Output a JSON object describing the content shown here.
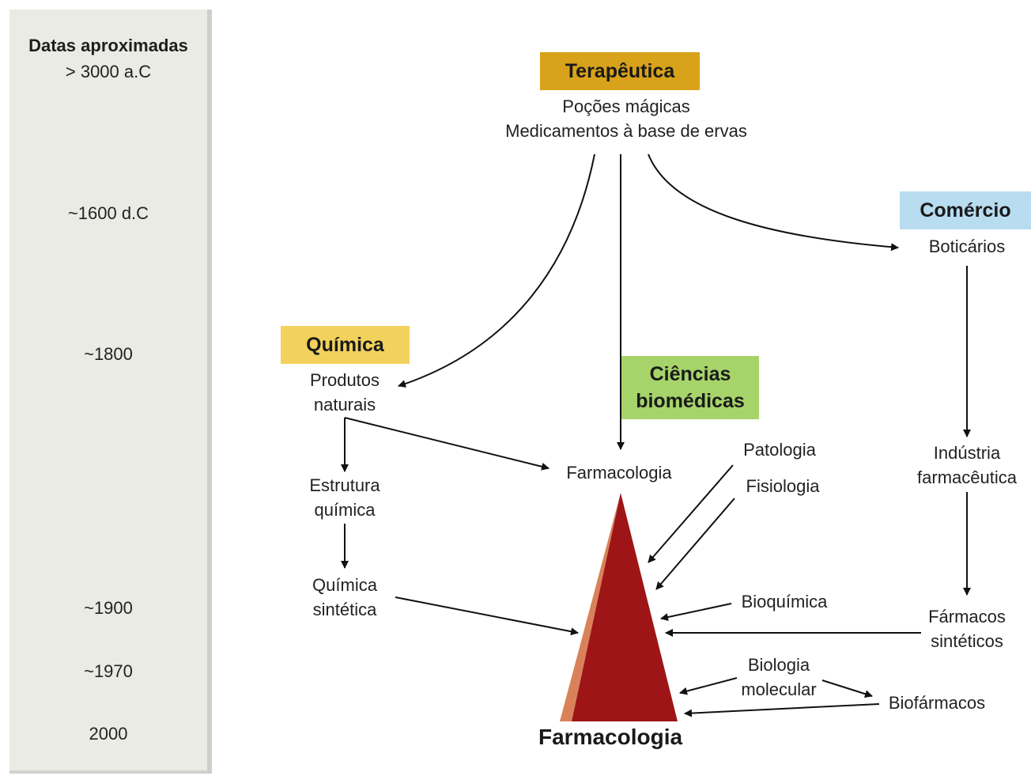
{
  "timeline": {
    "title": "Datas aproximadas",
    "dates": [
      "> 3000 a.C",
      "~1600 d.C",
      "~1800",
      "~1900",
      "~1970",
      "2000"
    ]
  },
  "headers": {
    "terapeutica": "Terapêutica",
    "comercio": "Comércio",
    "quimica": "Química",
    "ciencias_line1": "Ciências",
    "ciencias_line2": "biomédicas"
  },
  "labels": {
    "pocoes": "Poções mágicas",
    "medicamentos": "Medicamentos à base de ervas",
    "boticarios": "Boticários",
    "produtos_line1": "Produtos",
    "produtos_line2": "naturais",
    "estrutura_line1": "Estrutura",
    "estrutura_line2": "química",
    "quimica_sint_line1": "Química",
    "quimica_sint_line2": "sintética",
    "farmacologia_small": "Farmacologia",
    "patologia": "Patologia",
    "fisiologia": "Fisiologia",
    "bioquimica": "Bioquímica",
    "biologia_line1": "Biologia",
    "biologia_line2": "molecular",
    "biofarmacos": "Biofármacos",
    "industria_line1": "Indústria",
    "industria_line2": "farmacêutica",
    "farmacos_line1": "Fármacos",
    "farmacos_line2": "sintéticos",
    "farmacologia_big": "Farmacologia"
  },
  "colors": {
    "terapeutica": "#d9a21b",
    "comercio": "#b8dcf0",
    "quimica": "#f2d25c",
    "ciencias": "#a6d46a",
    "triangle": "#9e1518",
    "triangle_edge": "#d9825a"
  }
}
